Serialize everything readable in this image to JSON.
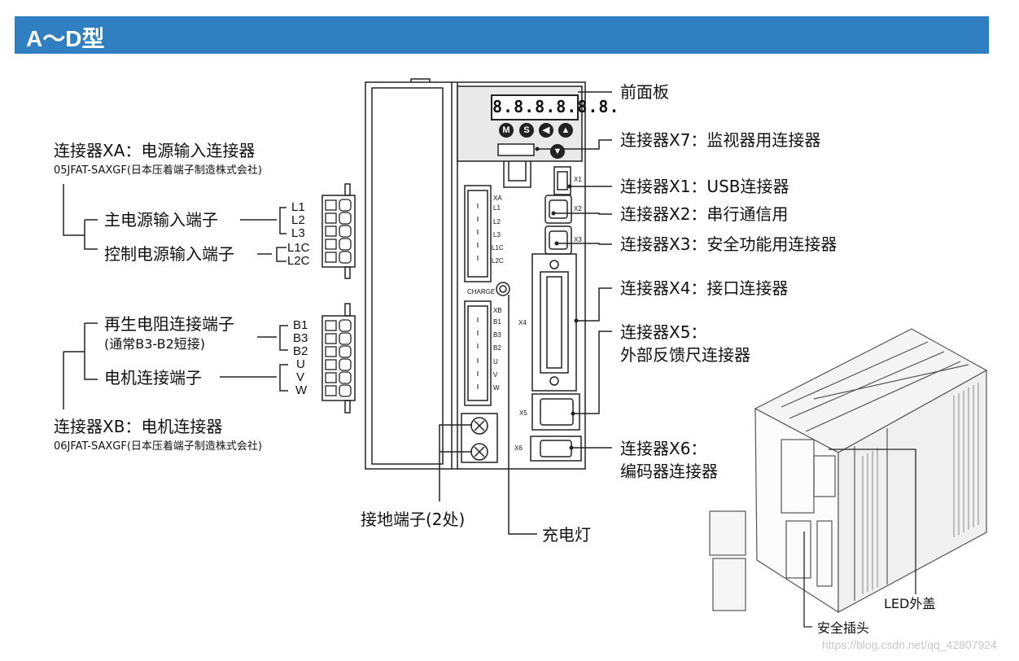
{
  "header": {
    "title": "A～D型"
  },
  "display": {
    "digits": "8.8.8.8.8.8."
  },
  "keys": [
    {
      "label": "M",
      "icon": "m-key-icon"
    },
    {
      "label": "S",
      "icon": "s-key-icon"
    },
    {
      "label": "◀",
      "icon": "left-key-icon"
    },
    {
      "label": "▲",
      "icon": "up-key-icon"
    },
    {
      "label": "▼",
      "icon": "down-key-icon"
    }
  ],
  "left_labels": {
    "xa_title": "连接器XA：电源输入连接器",
    "xa_part": "05JFAT-SAXGF(日本压着端子制造株式会社)",
    "main_power": "主电源输入端子",
    "control_power": "控制电源输入端子",
    "regen": "再生电阻连接端子",
    "regen_note": "(通常B3-B2短接)",
    "motor": "电机连接端子",
    "xb_title": "连接器XB：电机连接器",
    "xb_part": "06JFAT-SAXGF(日本压着端子制造株式会社)"
  },
  "pins_xa": [
    "L1",
    "L2",
    "L3",
    "L1C",
    "L2C"
  ],
  "pins_xb": [
    "B1",
    "B3",
    "B2",
    "U",
    "V",
    "W"
  ],
  "panel_labels": {
    "xa": "XA",
    "xb": "XB",
    "x1": "X1",
    "x2": "X2",
    "x3": "X3",
    "x4": "X4",
    "x5": "X5",
    "x6": "X6",
    "charge": "CHARGE"
  },
  "right_labels": {
    "front_panel": "前面板",
    "x7": "连接器X7：监视器用连接器",
    "x1": "连接器X1：USB连接器",
    "x2": "连接器X2：串行通信用",
    "x3": "连接器X3：安全功能用连接器",
    "x4": "连接器X4：接口连接器",
    "x5_line1": "连接器X5：",
    "x5_line2": "外部反馈尺连接器",
    "x6_line1": "连接器X6：",
    "x6_line2": "编码器连接器"
  },
  "bottom_labels": {
    "ground": "接地端子(2处)",
    "charge_lamp": "充电灯"
  },
  "iso_labels": {
    "led_cover": "LED外盖",
    "safety_plug": "安全插头"
  },
  "watermark": "https://blog.csdn.net/qq_42807924"
}
